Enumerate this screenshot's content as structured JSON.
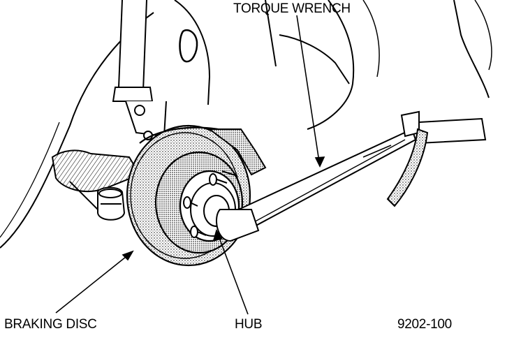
{
  "labels": {
    "torque_wrench": "TORQUE WRENCH",
    "braking_disc": "BRAKING DISC",
    "hub": "HUB",
    "figure_number": "9202-100"
  }
}
